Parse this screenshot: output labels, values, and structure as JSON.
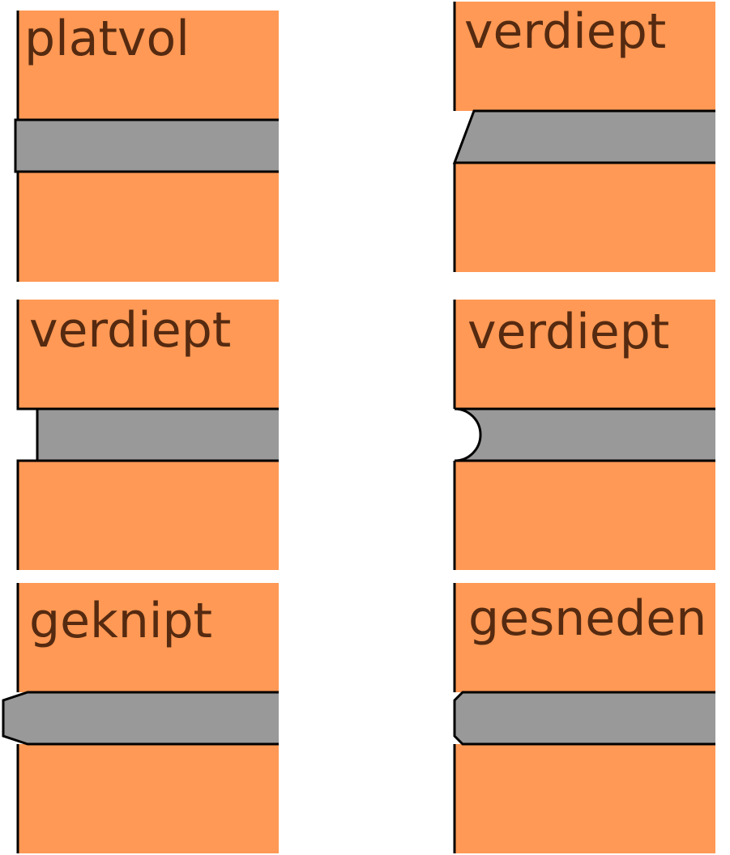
{
  "colors": {
    "brick": "#FF9955",
    "mortar": "#999999",
    "text": "#552A10"
  },
  "panels": [
    {
      "id": "flush",
      "label": "platvol",
      "profile": "flush"
    },
    {
      "id": "recessed-beveled",
      "label": "verdiept",
      "profile": "beveled"
    },
    {
      "id": "recessed-square",
      "label": "verdiept",
      "profile": "recessed-square"
    },
    {
      "id": "recessed-concave",
      "label": "verdiept",
      "profile": "concave"
    },
    {
      "id": "struck",
      "label": "geknipt",
      "profile": "v-struck"
    },
    {
      "id": "cut",
      "label": "gesneden",
      "profile": "cut"
    }
  ]
}
